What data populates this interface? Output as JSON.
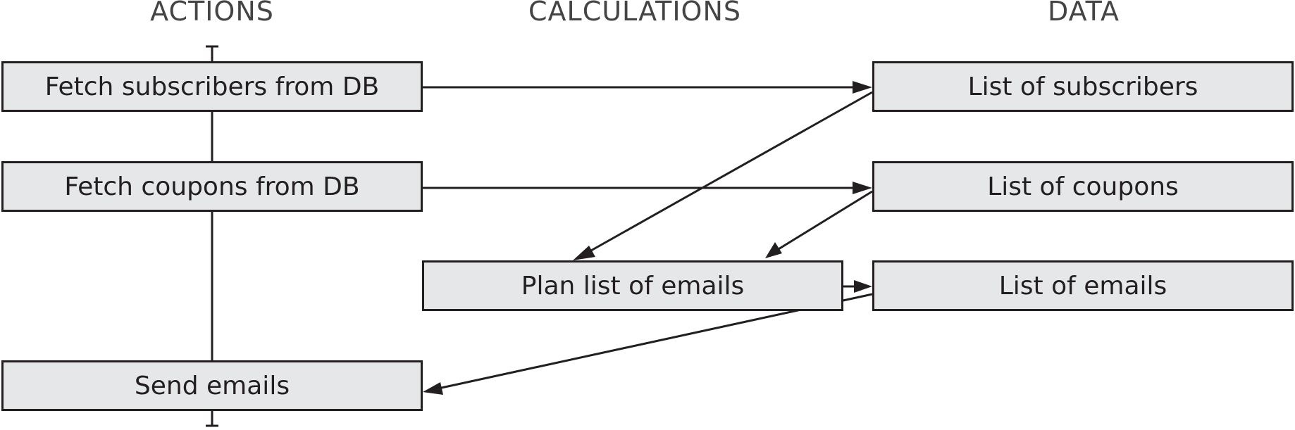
{
  "columns": {
    "actions": "ACTIONS",
    "calculations": "CALCULATIONS",
    "data": "DATA"
  },
  "actions": {
    "fetch_subscribers": "Fetch subscribers from DB",
    "fetch_coupons": "Fetch coupons from DB",
    "send_emails": "Send emails"
  },
  "calculations": {
    "plan_emails": "Plan list of emails"
  },
  "data": {
    "subscribers": "List of subscribers",
    "coupons": "List of coupons",
    "emails": "List of emails"
  },
  "colors": {
    "box_fill": "#e6e7e8",
    "stroke": "#231f20",
    "header_text": "#444444"
  }
}
